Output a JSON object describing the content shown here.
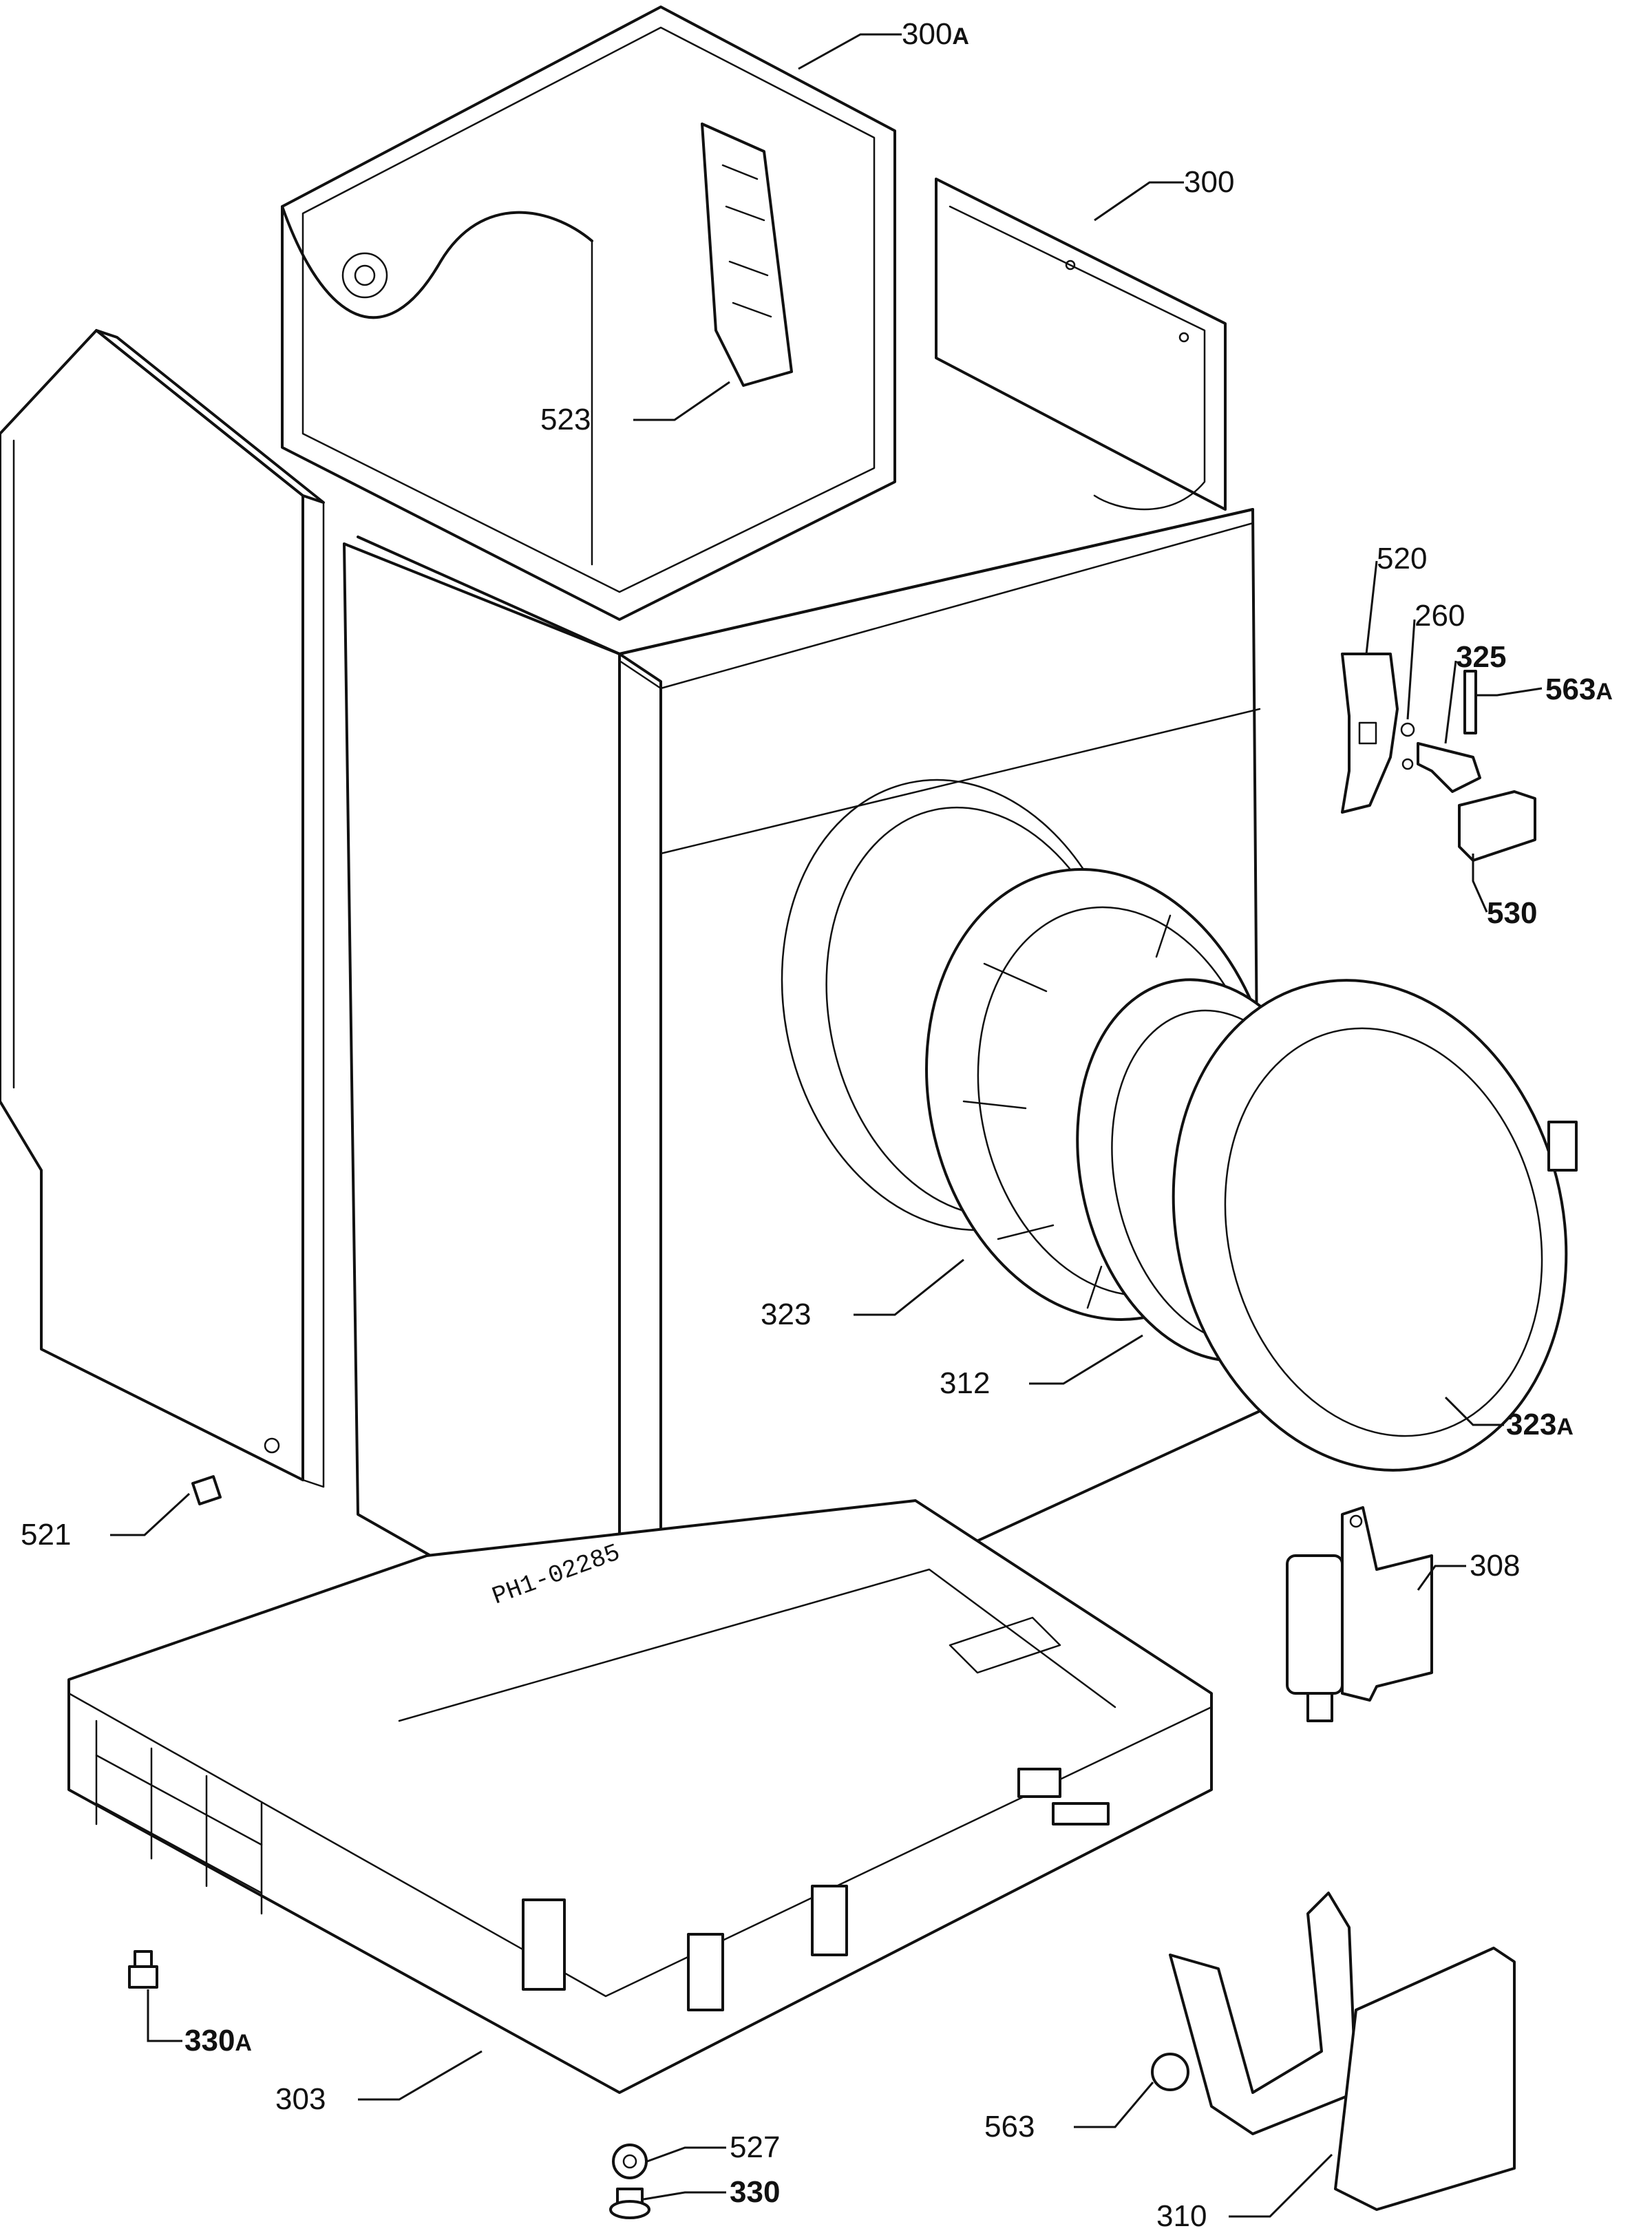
{
  "drawing_code": "PH1-02285",
  "callouts": [
    {
      "id": "300a",
      "number": "300",
      "suffix": "A",
      "bold": false
    },
    {
      "id": "300",
      "number": "300",
      "suffix": "",
      "bold": false
    },
    {
      "id": "523",
      "number": "523",
      "suffix": "",
      "bold": false
    },
    {
      "id": "520",
      "number": "520",
      "suffix": "",
      "bold": false
    },
    {
      "id": "260",
      "number": "260",
      "suffix": "",
      "bold": false
    },
    {
      "id": "325",
      "number": "325",
      "suffix": "",
      "bold": true
    },
    {
      "id": "563a",
      "number": "563",
      "suffix": "A",
      "bold": true
    },
    {
      "id": "530",
      "number": "530",
      "suffix": "",
      "bold": true
    },
    {
      "id": "323",
      "number": "323",
      "suffix": "",
      "bold": false
    },
    {
      "id": "312",
      "number": "312",
      "suffix": "",
      "bold": false
    },
    {
      "id": "323a",
      "number": "323",
      "suffix": "A",
      "bold": true
    },
    {
      "id": "521",
      "number": "521",
      "suffix": "",
      "bold": false
    },
    {
      "id": "308",
      "number": "308",
      "suffix": "",
      "bold": false
    },
    {
      "id": "330a",
      "number": "330",
      "suffix": "A",
      "bold": true
    },
    {
      "id": "303",
      "number": "303",
      "suffix": "",
      "bold": false
    },
    {
      "id": "527",
      "number": "527",
      "suffix": "",
      "bold": false
    },
    {
      "id": "330",
      "number": "330",
      "suffix": "",
      "bold": true
    },
    {
      "id": "563",
      "number": "563",
      "suffix": "",
      "bold": false
    },
    {
      "id": "310",
      "number": "310",
      "suffix": "",
      "bold": false
    }
  ]
}
